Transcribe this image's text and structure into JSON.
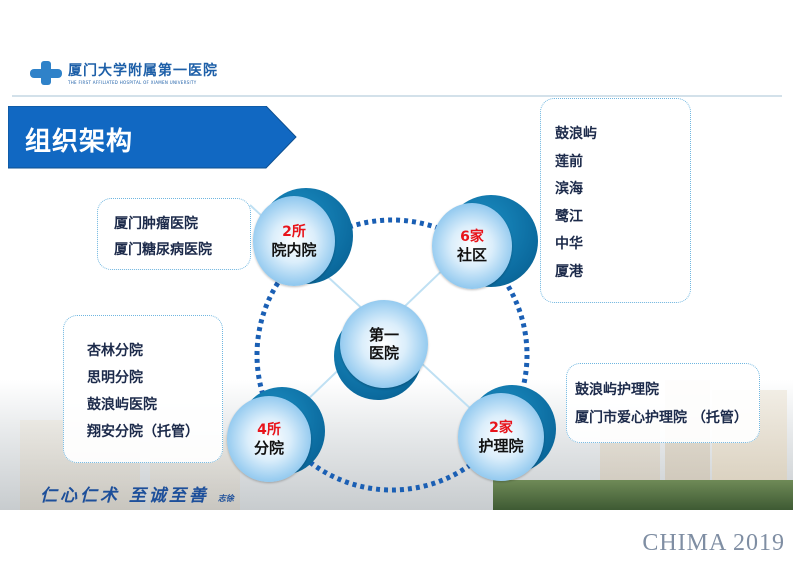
{
  "header": {
    "logo_cn": "厦门大学附属第一医院",
    "logo_en": "THE FIRST AFFILIATED HOSPITAL OF XIAMEN UNIVERSITY",
    "logo_icon": "medical-cross-icon"
  },
  "title": "组织架构",
  "center_node": {
    "label_line1": "第一",
    "label_line2": "医院"
  },
  "nodes": [
    {
      "id": "in-hospital",
      "count": "2所",
      "name": "院内院",
      "items": [
        "厦门肿瘤医院",
        "厦门糖尿病医院"
      ]
    },
    {
      "id": "community",
      "count": "6家",
      "name": "社区",
      "items": [
        "鼓浪屿",
        "莲前",
        "滨海",
        "鹭江",
        "中华",
        "厦港"
      ]
    },
    {
      "id": "branch",
      "count": "4所",
      "name": "分院",
      "items": [
        "杏林分院",
        "思明分院",
        "鼓浪屿医院",
        "翔安分院（托管）"
      ]
    },
    {
      "id": "nursing",
      "count": "2家",
      "name": "护理院",
      "items": [
        "鼓浪屿护理院",
        "厦门市爱心护理院 （托管）"
      ]
    }
  ],
  "motto": "仁心仁术 至诚至善",
  "motto_sign": "志徐",
  "conference": "CHIMA 2019",
  "colors": {
    "banner": "#1168c2",
    "count_red": "#e8141b",
    "node_dark": "#0b6a9e",
    "dotted_ring": "#1a5fb4",
    "box_border": "#6fb6e0"
  }
}
